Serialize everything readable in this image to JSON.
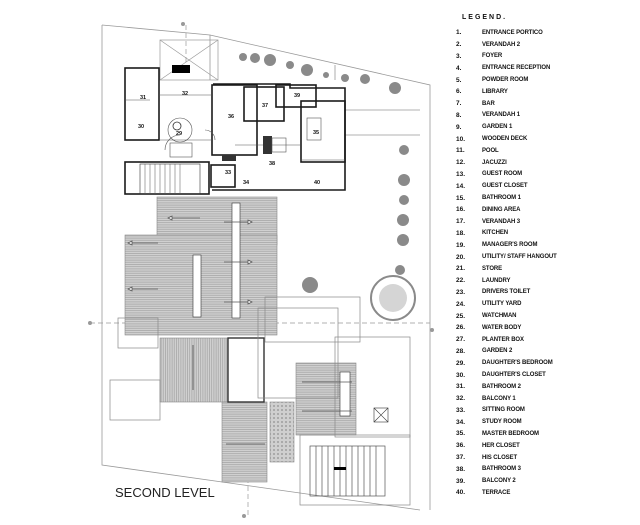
{
  "drawing": {
    "title": "SECOND LEVEL"
  },
  "legend": {
    "title": "LEGEND.",
    "items": [
      {
        "num": "1.",
        "label": "ENTRANCE PORTICO"
      },
      {
        "num": "2.",
        "label": "VERANDAH 2"
      },
      {
        "num": "3.",
        "label": "FOYER"
      },
      {
        "num": "4.",
        "label": "ENTRANCE RECEPTION"
      },
      {
        "num": "5.",
        "label": "POWDER ROOM"
      },
      {
        "num": "6.",
        "label": "LIBRARY"
      },
      {
        "num": "7.",
        "label": "BAR"
      },
      {
        "num": "8.",
        "label": "VERANDAH 1"
      },
      {
        "num": "9.",
        "label": "GARDEN 1"
      },
      {
        "num": "10.",
        "label": "WOODEN DECK"
      },
      {
        "num": "11.",
        "label": "POOL"
      },
      {
        "num": "12.",
        "label": "JACUZZI"
      },
      {
        "num": "13.",
        "label": "GUEST ROOM"
      },
      {
        "num": "14.",
        "label": "GUEST CLOSET"
      },
      {
        "num": "15.",
        "label": "BATHROOM 1"
      },
      {
        "num": "16.",
        "label": "DINING AREA"
      },
      {
        "num": "17.",
        "label": "VERANDAH 3"
      },
      {
        "num": "18.",
        "label": "KITCHEN"
      },
      {
        "num": "19.",
        "label": "MANAGER'S ROOM"
      },
      {
        "num": "20.",
        "label": "UTILITY/ STAFF HANGOUT"
      },
      {
        "num": "21.",
        "label": "STORE"
      },
      {
        "num": "22.",
        "label": "LAUNDRY"
      },
      {
        "num": "23.",
        "label": "DRIVERS TOILET"
      },
      {
        "num": "24.",
        "label": "UTILITY YARD"
      },
      {
        "num": "25.",
        "label": "WATCHMAN"
      },
      {
        "num": "26.",
        "label": "WATER BODY"
      },
      {
        "num": "27.",
        "label": "PLANTER BOX"
      },
      {
        "num": "28.",
        "label": "GARDEN 2"
      },
      {
        "num": "29.",
        "label": "DAUGHTER'S BEDROOM"
      },
      {
        "num": "30.",
        "label": "DAUGHTER'S CLOSET"
      },
      {
        "num": "31.",
        "label": "BATHROOM 2"
      },
      {
        "num": "32.",
        "label": "BALCONY 1"
      },
      {
        "num": "33.",
        "label": "SITTING ROOM"
      },
      {
        "num": "34.",
        "label": "STUDY ROOM"
      },
      {
        "num": "35.",
        "label": "MASTER BEDROOM"
      },
      {
        "num": "36.",
        "label": "HER CLOSET"
      },
      {
        "num": "37.",
        "label": "HIS CLOSET"
      },
      {
        "num": "38.",
        "label": "BATHROOM 3"
      },
      {
        "num": "39.",
        "label": "BALCONY 2"
      },
      {
        "num": "40.",
        "label": "TERRACE"
      }
    ]
  },
  "plan": {
    "room_labels": [
      {
        "id": "29",
        "text": "29"
      },
      {
        "id": "30",
        "text": "30"
      },
      {
        "id": "31",
        "text": "31"
      },
      {
        "id": "32",
        "text": "32"
      },
      {
        "id": "33",
        "text": "33"
      },
      {
        "id": "34",
        "text": "34"
      },
      {
        "id": "35",
        "text": "35"
      },
      {
        "id": "36",
        "text": "36"
      },
      {
        "id": "37",
        "text": "37"
      },
      {
        "id": "38",
        "text": "38"
      },
      {
        "id": "39",
        "text": "39"
      },
      {
        "id": "40",
        "text": "40"
      }
    ],
    "colors": {
      "wall": "#1a1a1a",
      "line": "#888888",
      "deck": "#bdbdbd",
      "tree": "#8a8a8a",
      "background": "#ffffff"
    }
  }
}
